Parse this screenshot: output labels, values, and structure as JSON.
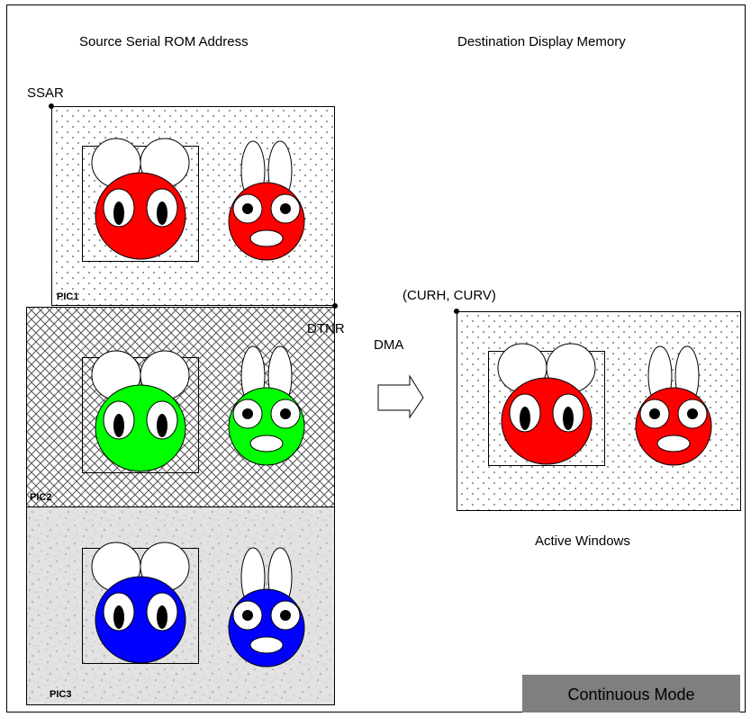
{
  "headings": {
    "source": "Source Serial ROM Address",
    "destination": "Destination Display Memory"
  },
  "labels": {
    "ssar": "SSAR",
    "dtnr": "DTNR",
    "curh_curv": "(CURH, CURV)",
    "dma": "DMA",
    "active_windows": "Active Windows",
    "mode": "Continuous Mode"
  },
  "pictures": [
    {
      "label": "PIC1",
      "color": "#ff0000",
      "background": "dots"
    },
    {
      "label": "PIC2",
      "color": "#00ff00",
      "background": "crosshatch"
    },
    {
      "label": "PIC3",
      "color": "#0000ff",
      "background": "granite"
    }
  ],
  "active_window": {
    "color": "#ff0000",
    "background": "dots"
  },
  "colors": {
    "mode_box": "#7f7f7f",
    "border": "#000000"
  }
}
